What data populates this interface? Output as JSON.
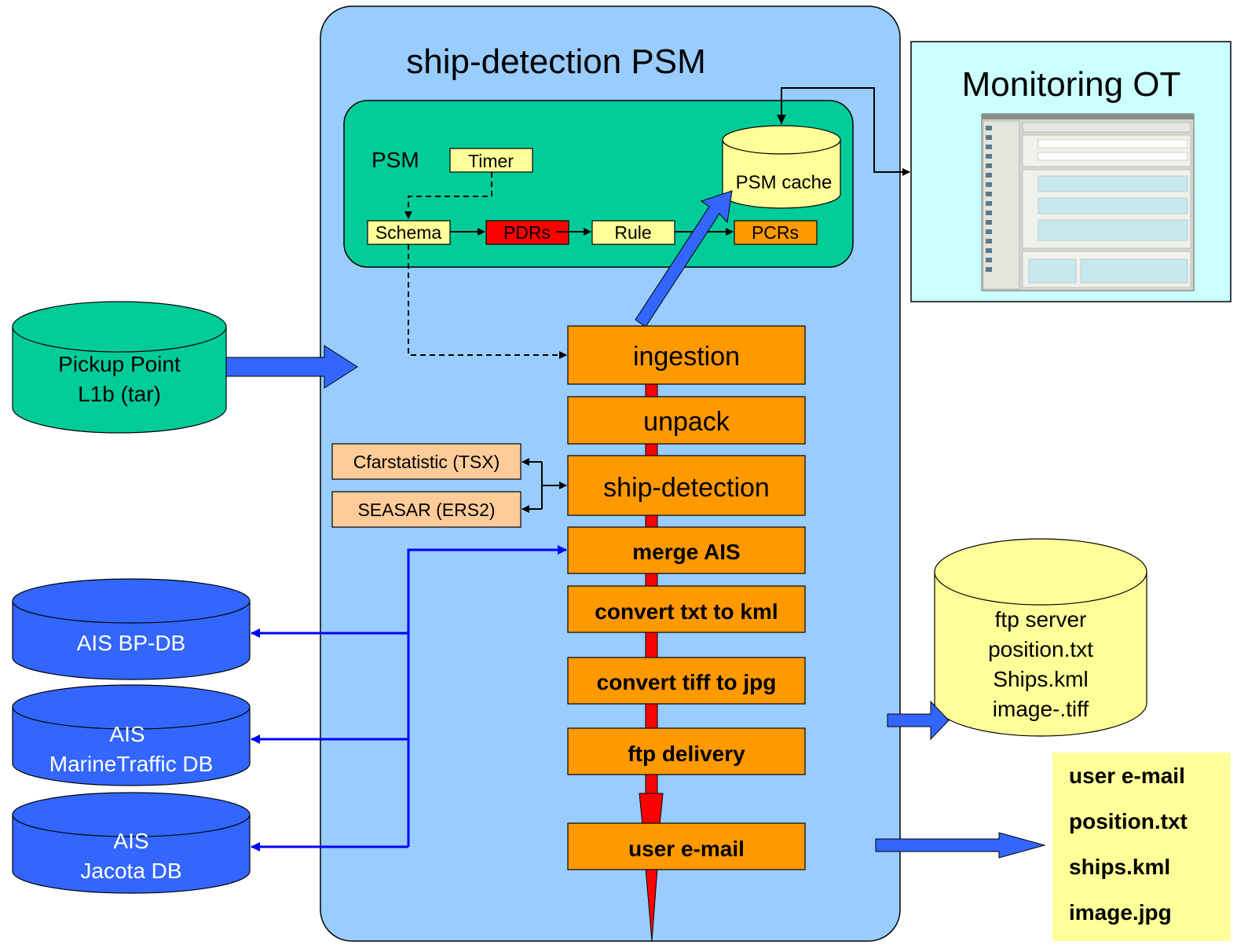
{
  "title": "ship-detection PSM",
  "psm": {
    "label": "PSM",
    "timer": "Timer",
    "schema": "Schema",
    "pdrs": "PDRs",
    "rule": "Rule",
    "pcrs": "PCRs",
    "cache": "PSM cache"
  },
  "monitoring": {
    "title": "Monitoring OT"
  },
  "pickup": {
    "line1": "Pickup Point",
    "line2": "L1b (tar)"
  },
  "steps": {
    "ingestion": "ingestion",
    "unpack": "unpack",
    "ship_detection": "ship-detection",
    "merge_ais": "merge AIS",
    "convert_kml": "convert txt to kml",
    "convert_jpg": "convert tiff to jpg",
    "ftp_delivery": "ftp delivery",
    "user_email": "user e-mail"
  },
  "detectors": {
    "cfar": "Cfarstatistic (TSX)",
    "seasar": "SEASAR (ERS2)"
  },
  "ais": {
    "bpdb": "AIS BP-DB",
    "marine_1": "AIS",
    "marine_2": "MarineTraffic DB",
    "jacota_1": "AIS",
    "jacota_2": "Jacota DB"
  },
  "ftp": {
    "line1": "ftp server",
    "line2": "position.txt",
    "line3": "Ships.kml",
    "line4": "image-.tiff"
  },
  "email": {
    "line1": "user e-mail",
    "line2": "position.txt",
    "line3": "ships.kml",
    "line4": "image.jpg"
  },
  "colors": {
    "psm_panel": "#99ccff",
    "inner_panel": "#00cc99",
    "step": "#ff9900",
    "yellow": "#ffff99",
    "red": "#ff0000",
    "blue": "#3366ff",
    "ais_db": "#3366ff",
    "peach": "#ffcc99",
    "monitor_bg": "#ccffff"
  }
}
